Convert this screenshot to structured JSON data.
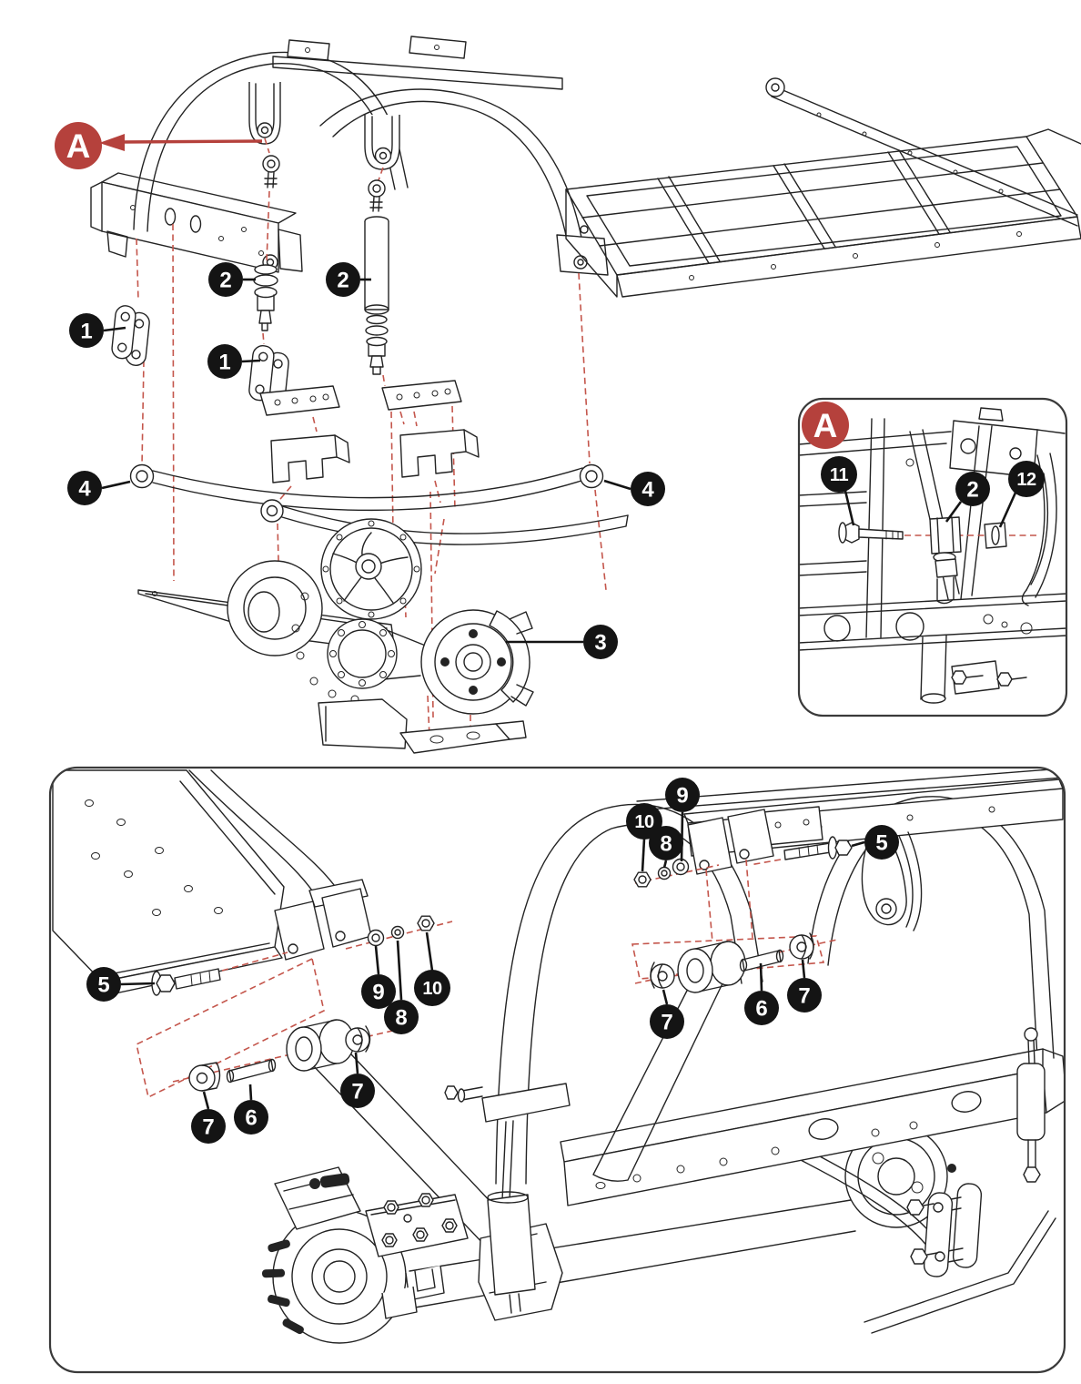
{
  "document": {
    "type": "exploded-parts-diagram",
    "subject": "rear-suspension-and-chassis",
    "background": "#ffffff"
  },
  "colors": {
    "line": "#232323",
    "accent_red": "#b5413c",
    "dashed_red": "#c4564c",
    "callout_bg": "#141414",
    "callout_text": "#ffffff"
  },
  "detail_view": {
    "label": "A"
  },
  "callouts": {
    "top": [
      {
        "id": "shackle-plates-left",
        "label": "1"
      },
      {
        "id": "shackle-plates-center",
        "label": "1"
      },
      {
        "id": "shock-absorber-left",
        "label": "2"
      },
      {
        "id": "shock-absorber-right",
        "label": "2"
      },
      {
        "id": "brake-disc-hub",
        "label": "3"
      },
      {
        "id": "leaf-spring-front",
        "label": "4"
      },
      {
        "id": "leaf-spring-rear",
        "label": "4"
      }
    ],
    "inset": [
      {
        "id": "mount-bolt",
        "label": "11"
      },
      {
        "id": "shock-bushing",
        "label": "2"
      },
      {
        "id": "mount-spacer",
        "label": "12"
      }
    ],
    "bottom": [
      {
        "id": "flat-washer-upper",
        "label": "9"
      },
      {
        "id": "lock-nut-upper",
        "label": "10"
      },
      {
        "id": "lock-washer-upper",
        "label": "8"
      },
      {
        "id": "arm-bolt-right",
        "label": "5"
      },
      {
        "id": "arm-bushing-right-inner",
        "label": "7"
      },
      {
        "id": "arm-spacer-right",
        "label": "6"
      },
      {
        "id": "arm-bushing-right-outer",
        "label": "7"
      },
      {
        "id": "arm-bolt-left",
        "label": "5"
      },
      {
        "id": "flat-washer-left",
        "label": "9"
      },
      {
        "id": "lock-washer-left",
        "label": "8"
      },
      {
        "id": "lock-nut-left",
        "label": "10"
      },
      {
        "id": "arm-bushing-left-inner",
        "label": "7"
      },
      {
        "id": "arm-spacer-left",
        "label": "6"
      },
      {
        "id": "arm-bushing-left-outer",
        "label": "7"
      }
    ]
  }
}
